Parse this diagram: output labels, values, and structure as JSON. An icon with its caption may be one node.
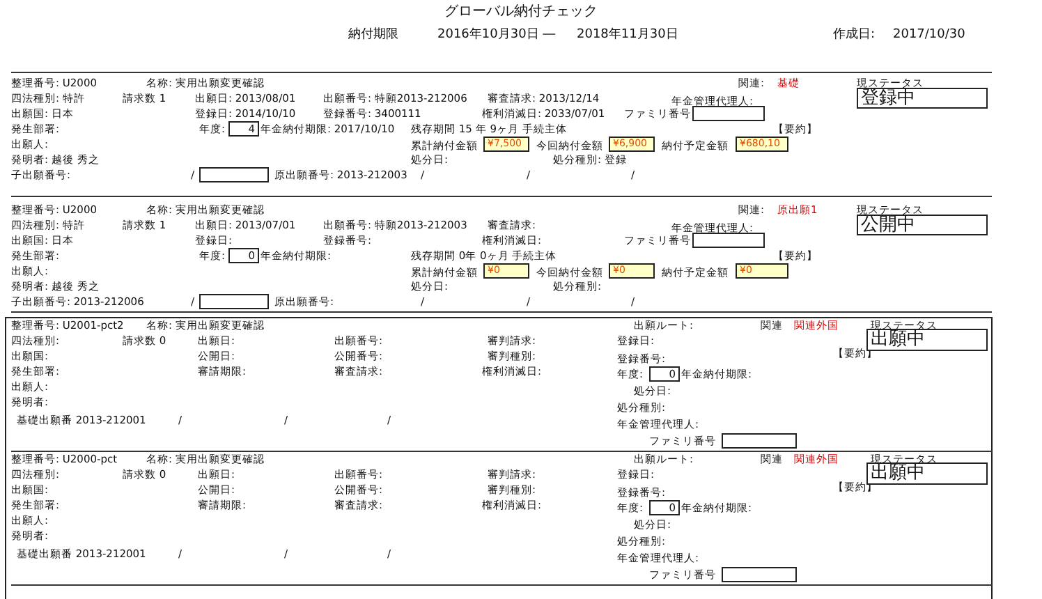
{
  "diagram": {
    "title": "グローバル納付チェック",
    "nodes": [
      {
        "text": [
          "登録中"
        ]
      },
      {
        "text": [
          "4"
        ]
      },
      {
        "text": [
          "¥7,500"
        ]
      },
      {
        "text": [
          "¥6,900"
        ]
      },
      {
        "text": [
          "¥680,10"
        ]
      },
      {
        "text": [
          "公開中"
        ]
      },
      {
        "text": [
          "0"
        ]
      },
      {
        "text": [
          "¥0"
        ]
      },
      {
        "text": [
          "¥0"
        ]
      },
      {
        "text": [
          "¥0"
        ]
      },
      {
        "text": [
          "出願中"
        ]
      },
      {
        "text": [
          "0"
        ]
      },
      {
        "text": [
          "出願中"
        ]
      },
      {
        "text": [
          "0"
        ]
      }
    ],
    "labels": [
      "納付期限",
      "2016年10月30日 ―",
      "2018年11月30日",
      "作成日:",
      "2017/10/30",
      "整理番号: U2000",
      "名称: 実用出願変更確認",
      "関連:",
      "基礎",
      "現ステータス",
      "四法種別: 特許",
      "請求数 1",
      "出願日: 2013/08/01",
      "出願番号: 特願2013-212006",
      "審査請求: 2013/12/14",
      "年金管理代理人:",
      "出願国: 日本",
      "登録日: 2014/10/10",
      "登録番号: 3400111",
      "権利消滅日: 2033/07/01",
      "ファミリ番号",
      "発生部署:",
      "年度:",
      "年金納付期限: 2017/10/10",
      "残存期間 15 年 9ヶ月 手続主体",
      "【要約】",
      "出願人:",
      "累計納付金額",
      "今回納付金額",
      "納付予定金額",
      "発明者: 越後 秀之",
      "処分日:",
      "処分種別: 登録",
      "子出願番号:",
      "/",
      "原出願番号: 2013-212003",
      "/",
      "/",
      "/",
      "整理番号: U2000",
      "名称: 実用出願変更確認",
      "関連:",
      "原出願1",
      "現ステータス",
      "四法種別: 特許",
      "請求数 1",
      "出願日: 2013/07/01",
      "出願番号: 特願2013-212003",
      "審査請求:",
      "年金管理代理人:",
      "出願国: 日本",
      "登録日:",
      "登録番号:",
      "権利消滅日:",
      "ファミリ番号",
      "発生部署:",
      "年度:",
      "年金納付期限:",
      "残存期間 0年 0ヶ月 手続主体",
      "【要約】",
      "出願人:",
      "累計納付金額",
      "今回納付金額",
      "納付予定金額",
      "発明者: 越後 秀之",
      "処分日:",
      "処分種別:",
      "子出願番号: 2013-212006",
      "/",
      "原出願番号:",
      "/",
      "/",
      "/",
      "整理番号: U2001-pct2",
      "名称: 実用出願変更確認",
      "出願ルート:",
      "関連",
      "関連外国",
      "現ステータス",
      "四法種別:",
      "請求数 0",
      "出願日:",
      "出願番号:",
      "審判請求:",
      "登録日:",
      "出願国:",
      "公開日:",
      "公開番号:",
      "審判種別:",
      "【要約】",
      "登録番号:",
      "発生部署:",
      "審請期限:",
      "審査請求:",
      "権利消滅日:",
      "年度:",
      "年金納付期限:",
      "出願人:",
      "処分日:",
      "発明者:",
      "基礎出願番 2013-212001",
      "/",
      "/",
      "/",
      "処分種別:",
      "年金管理代理人:",
      "ファミリ番号",
      "整理番号: U2000-pct",
      "名称: 実用出願変更確認",
      "出願ルート:",
      "関連",
      "関連外国",
      "現ステータス",
      "四法種別:",
      "請求数 0",
      "出願日:",
      "出願番号:",
      "審判請求:",
      "登録日:",
      "出願国:",
      "公開日:",
      "公開番号:",
      "審判種別:",
      "【要約】",
      "登録番号:",
      "発生部署:",
      "審請期限:",
      "審査請求:",
      "権利消滅日:",
      "年度:",
      "年金納付期限:",
      "出願人:",
      "処分日:",
      "発明者:",
      "基礎出願番 2013-212001",
      "/",
      "/",
      "/",
      "処分種別:",
      "年金管理代理人:",
      "ファミリ番号"
    ]
  }
}
